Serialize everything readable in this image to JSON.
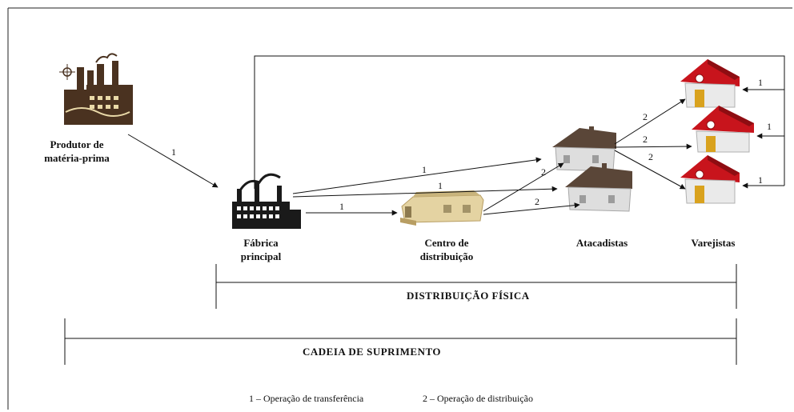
{
  "nodes": {
    "producer": {
      "line1": "Produtor de",
      "line2": "matéria-prima"
    },
    "factory": {
      "line1": "Fábrica",
      "line2": "principal"
    },
    "dc": {
      "line1": "Centro de",
      "line2": "distribuição"
    },
    "wholesalers": {
      "label": "Atacadistas"
    },
    "retailers": {
      "label": "Varejistas"
    }
  },
  "edges": {
    "producer_factory": "1",
    "factory_wholesaler_top": "1",
    "factory_wholesaler_bottom": "1",
    "factory_dc": "1",
    "dc_wholesaler_top": "2",
    "dc_wholesaler_bottom": "2",
    "wholesaler_retailer_top": "2",
    "wholesaler_retailer_mid": "2",
    "wholesaler_retailer_bottom": "2",
    "return_retailer_top": "1",
    "return_retailer_mid": "1",
    "return_retailer_bottom": "1"
  },
  "brackets": {
    "physical_distribution": "DISTRIBUIÇÃO FÍSICA",
    "supply_chain": "CADEIA DE SUPRIMENTO"
  },
  "legend": {
    "transfer": "1 – Operação de transferência",
    "distribution": "2 – Operação de distribuição"
  },
  "colors": {
    "roof_red": "#c8141c",
    "roof_brown": "#5a4638",
    "wall_gray": "#dcdcdc",
    "door_gold": "#d9a21e",
    "factory_black": "#1a1a1a",
    "factory_brown": "#4a3220"
  }
}
